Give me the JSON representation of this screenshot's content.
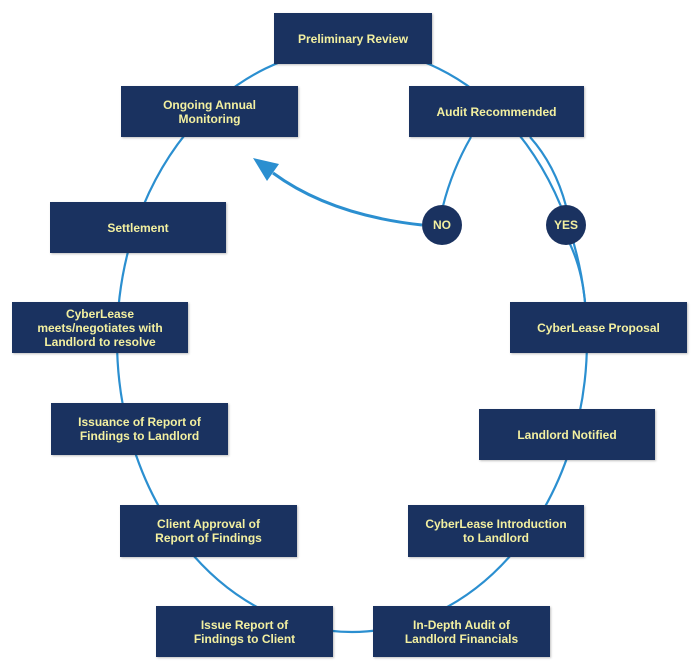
{
  "colors": {
    "box_fill": "#1a3260",
    "box_text": "#f3f0a0",
    "connector": "#2b8fd0"
  },
  "steps": {
    "preliminary_review": "Preliminary Review",
    "audit_recommended": "Audit Recommended",
    "ongoing_monitoring": "Ongoing Annual\nMonitoring",
    "settlement": "Settlement",
    "cyberlease_negotiates": "CyberLease\nmeets/negotiates with\nLandlord to resolve",
    "issuance_report": "Issuance of Report of\nFindings to Landlord",
    "client_approval": "Client Approval of\nReport of Findings",
    "issue_report": "Issue Report of\nFindings to Client",
    "indepth_audit": "In-Depth Audit of\nLandlord Financials",
    "cyberlease_intro": "CyberLease Introduction\nto Landlord",
    "landlord_notified": "Landlord Notified",
    "cyberlease_proposal": "CyberLease Proposal"
  },
  "decisions": {
    "no": "NO",
    "yes": "YES"
  }
}
